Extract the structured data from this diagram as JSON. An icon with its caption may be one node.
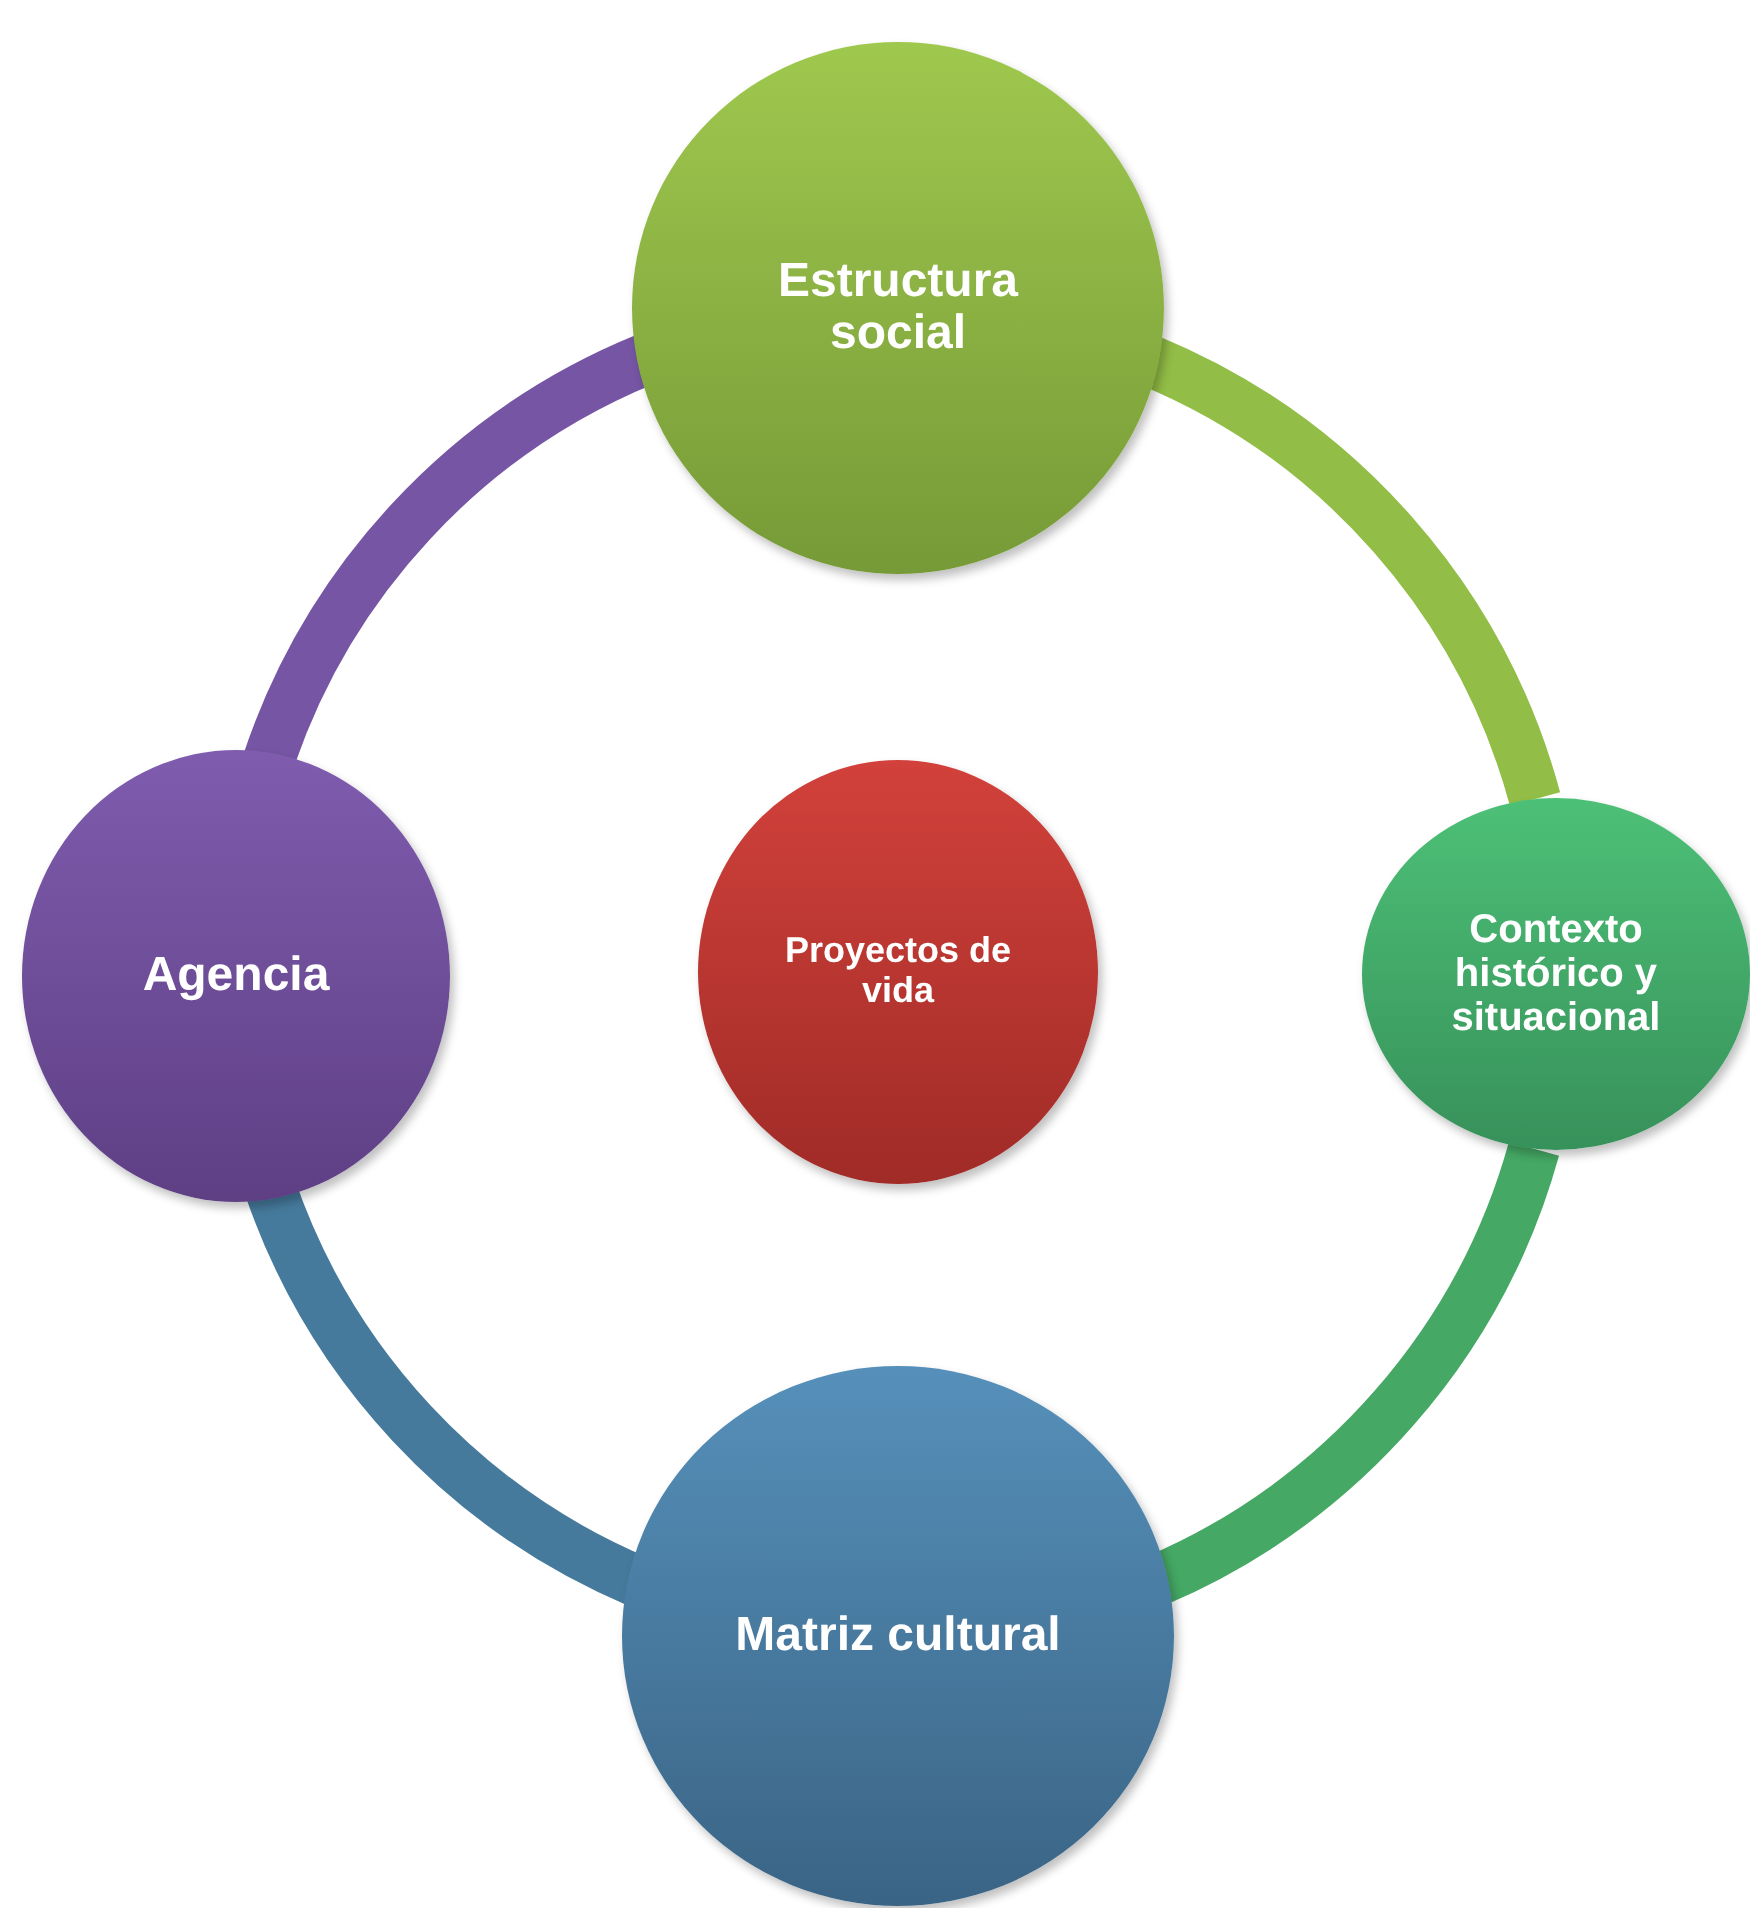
{
  "diagram": {
    "nodes": [
      {
        "text": [
          "Estructura social"
        ]
      },
      {
        "text": [
          "Agencia"
        ]
      },
      {
        "text": [
          "Proyectos de vida"
        ]
      },
      {
        "text": [
          "Contexto histórico y situacional"
        ]
      },
      {
        "text": [
          "Matriz cultural"
        ]
      }
    ],
    "edges": [
      {
        "from": 0,
        "to": 3,
        "arrow": "none",
        "color": "#92bd46"
      },
      {
        "from": 3,
        "to": 4,
        "arrow": "none",
        "color": "#45a864"
      },
      {
        "from": 4,
        "to": 1,
        "arrow": "none",
        "color": "#467a9c"
      },
      {
        "from": 1,
        "to": 0,
        "arrow": "none",
        "color": "#7656a4"
      }
    ]
  }
}
